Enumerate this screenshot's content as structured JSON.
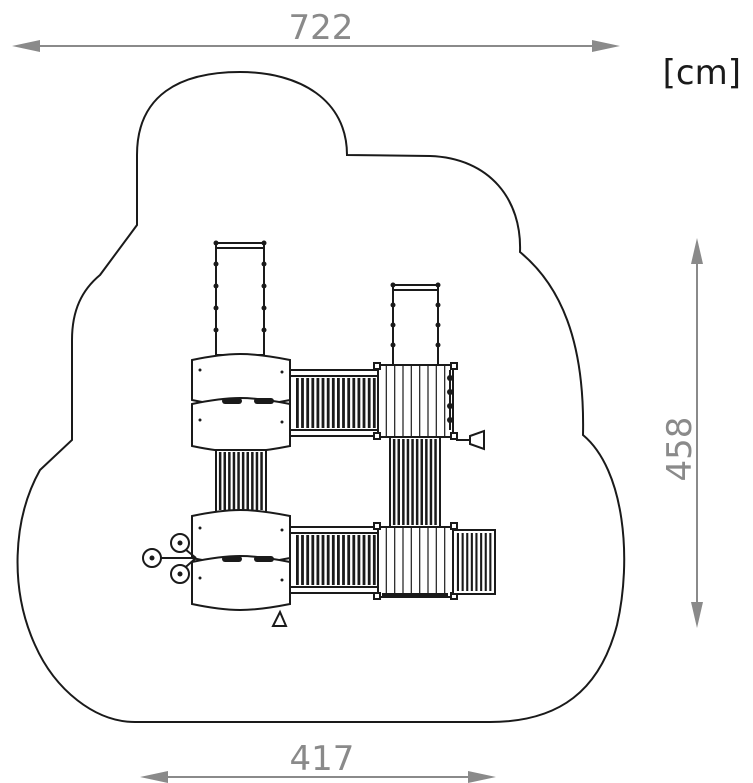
{
  "drawing": {
    "unit_label": "[cm]",
    "dim_top": "722",
    "dim_right": "458",
    "dim_bottom": "417"
  },
  "colors": {
    "dimension": "#8a8a8a",
    "ink": "#1a1a1a",
    "paper": "#ffffff"
  }
}
